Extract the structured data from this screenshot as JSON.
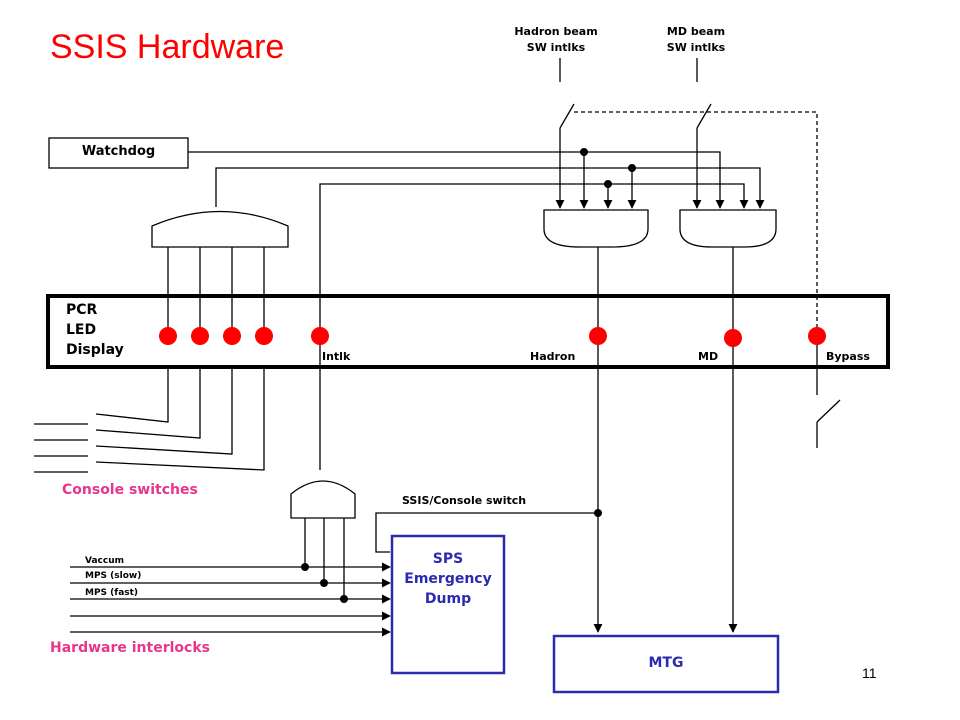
{
  "slide": {
    "title": "SSIS Hardware",
    "page_number": "11"
  },
  "labels": {
    "hadron_beam_line1": "Hadron beam",
    "hadron_beam_line2": "SW intlks",
    "md_beam_line1": "MD beam",
    "md_beam_line2": "SW intlks",
    "watchdog": "Watchdog",
    "pcr_line1": "PCR",
    "pcr_line2": "LED",
    "pcr_line3": "Display",
    "intlk": "Intlk",
    "hadron": "Hadron",
    "md": "MD",
    "bypass": "Bypass",
    "console_switches": "Console switches",
    "ssis_console_switch": "SSIS/Console  switch",
    "vaccum": "Vaccum",
    "mps_slow": "MPS (slow)",
    "mps_fast": "MPS (fast)",
    "hardware_interlocks": "Hardware interlocks",
    "sps_line1": "SPS",
    "sps_line2": "Emergency",
    "sps_line3": "Dump",
    "mtg": "MTG"
  },
  "colors": {
    "title": "#ff0000",
    "led": "#ff0000",
    "section_label": "#e8358b",
    "box_border": "#2b2bb0",
    "wire": "#000000"
  }
}
